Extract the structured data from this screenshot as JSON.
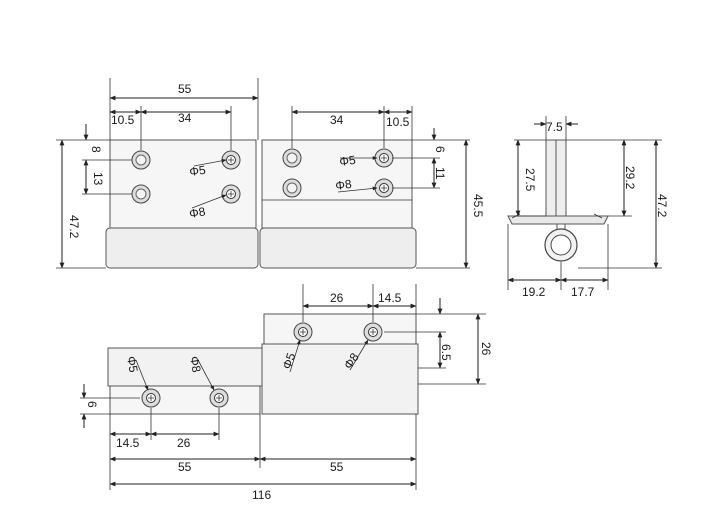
{
  "top_view": {
    "width_total": "55",
    "left_offset": "10.5",
    "hole_spacing_left": "34",
    "hole_spacing_right": "34",
    "right_offset": "10.5",
    "top_offset_left": "8",
    "hole_pitch_left": "13",
    "height_left": "47.2",
    "top_offset_right": "6",
    "hole_pitch_right": "11",
    "height_right": "45.5",
    "phi5_left": "Φ5",
    "phi8_left": "Φ8",
    "phi5_right": "Φ5",
    "phi8_right": "Φ8"
  },
  "side_view": {
    "thickness": "7.5",
    "dim_left": "27.5",
    "dim_right": "29.2",
    "height": "47.2",
    "width_left": "19.2",
    "width_right": "17.7"
  },
  "bottom_view": {
    "spacing_top": "26",
    "offset_top": "14.5",
    "height_right": "26",
    "offset_right": "6.5",
    "offset_left_bottom": "6",
    "offset_bottom_left": "14.5",
    "spacing_bottom": "26",
    "leaf_left": "55",
    "leaf_right": "55",
    "total": "116",
    "phi5_a": "Φ5",
    "phi8_a": "Φ8",
    "phi5_b": "Φ5",
    "phi8_b": "Φ8"
  },
  "colors": {
    "line": "#222222",
    "plate": "#f4f4f4",
    "hole": "#e8e8e8"
  }
}
